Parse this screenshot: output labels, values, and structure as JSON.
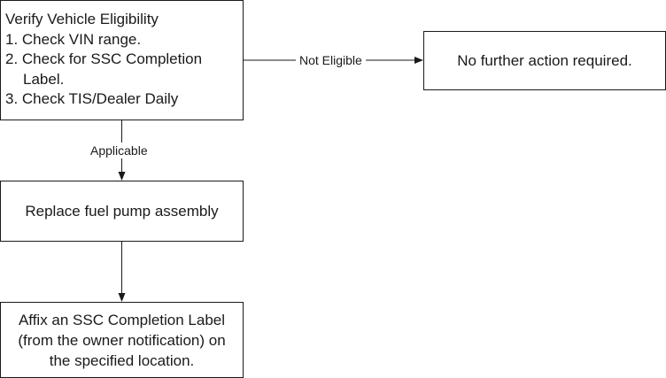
{
  "diagram": {
    "verify_box": {
      "title": "Verify Vehicle Eligibility",
      "step1": "1. Check VIN range.",
      "step2_line1": "2. Check for SSC Completion",
      "step2_line2": "Label.",
      "step3": "3. Check TIS/Dealer Daily"
    },
    "no_action_box": {
      "text": "No further action required."
    },
    "replace_box": {
      "text": "Replace fuel pump assembly"
    },
    "affix_box": {
      "line1": "Affix an SSC Completion Label",
      "line2": "(from the owner notification) on",
      "line3": "the specified location."
    },
    "edges": {
      "not_eligible": "Not Eligible",
      "applicable": "Applicable"
    }
  }
}
